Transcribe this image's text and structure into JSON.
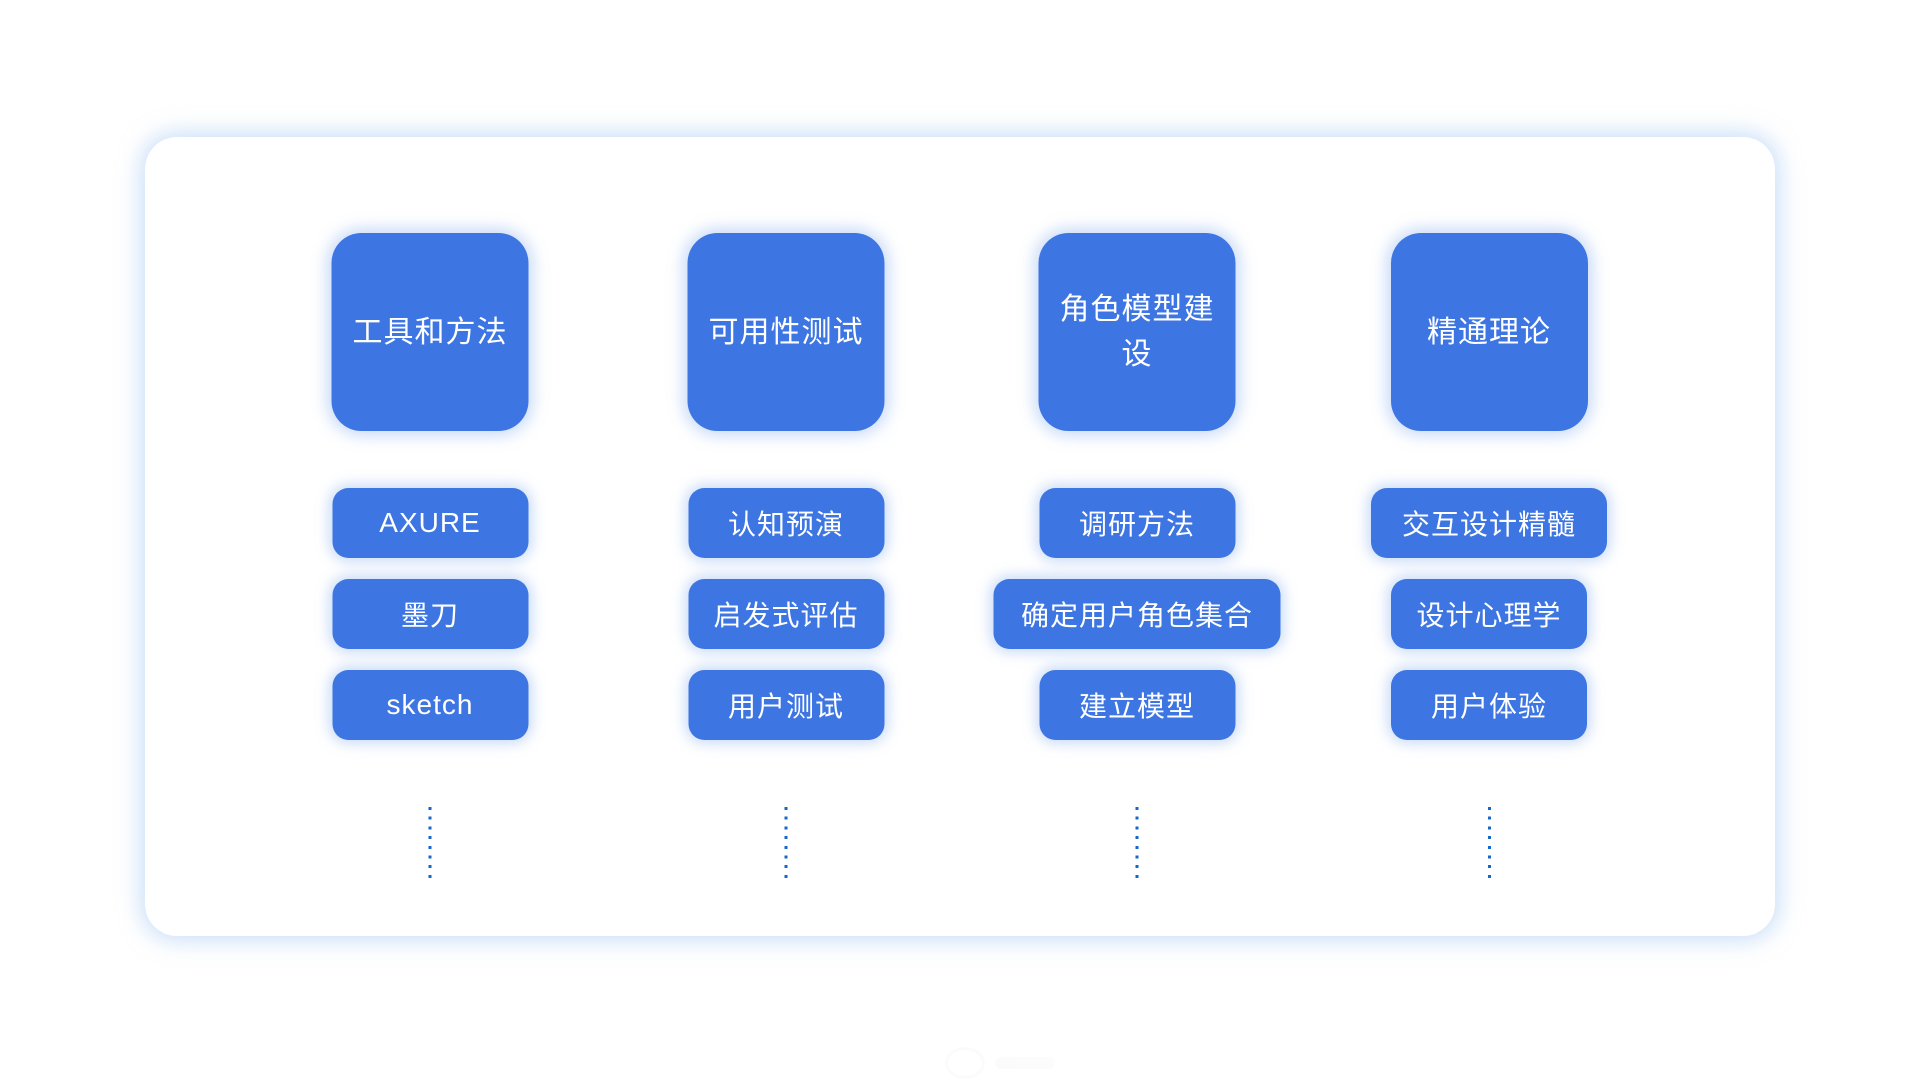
{
  "colors": {
    "node_blue": "#3d76e3",
    "node_text": "#ffffff",
    "dot_blue": "#1766c8",
    "panel_glow": "#a3c6f3",
    "background": "#ffffff"
  },
  "icons": {
    "dotted_continuation": "vertical-dotted-line"
  },
  "columns": [
    {
      "title": "工具和方法",
      "items": [
        "AXURE",
        "墨刀",
        "sketch"
      ]
    },
    {
      "title": "可用性测试",
      "items": [
        "认知预演",
        "启发式评估",
        "用户测试"
      ]
    },
    {
      "title": "角色模型建设",
      "items": [
        "调研方法",
        "确定用户角色集合",
        "建立模型"
      ]
    },
    {
      "title": "精通理论",
      "items": [
        "交互设计精髓",
        "设计心理学",
        "用户体验"
      ]
    }
  ]
}
